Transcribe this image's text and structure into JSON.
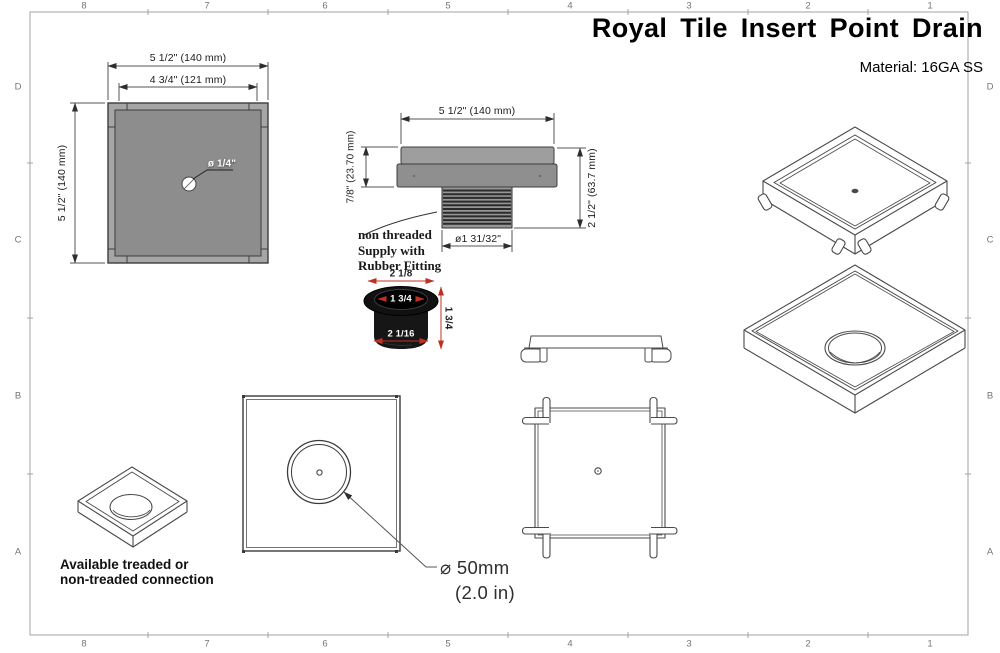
{
  "title": "Royal Tile Insert Point Drain",
  "material": "Material: 16GA SS",
  "frame": {
    "columns": [
      "8",
      "7",
      "6",
      "5",
      "4",
      "3",
      "2",
      "1"
    ],
    "rows": [
      "D",
      "C",
      "B",
      "A"
    ]
  },
  "colors": {
    "accent_red": "#c03022",
    "plate_gray": "#8d8d8d",
    "rim_gray": "#a6a6a6",
    "line_gray": "#4a4a4a"
  },
  "top_view": {
    "dim_width_outer": "5 1/2\" (140 mm)",
    "dim_width_inner": "4 3/4\" (121 mm)",
    "dim_height": "5 1/2\" (140 mm)",
    "hole_label": "ø 1/4\""
  },
  "side_view": {
    "dim_width": "5 1/2\" (140 mm)",
    "dim_flange": "7/8\" (23.70 mm)",
    "dim_total": "2 1/2\" (63.7 mm)",
    "dim_outlet": "ø1 31/32\"",
    "note_line1": "non threaded",
    "note_line2": "Supply with",
    "note_line3": "Rubber Fitting"
  },
  "fitting": {
    "dim_top": "2 1/8",
    "dim_opening": "1 3/4",
    "dim_body": "2 1/16",
    "dim_side": "1 3/4"
  },
  "hole_view": {
    "label_diameter": "⌀ 50mm",
    "label_inches": "(2.0 in)"
  },
  "connection_note": {
    "line1": "Available treaded or",
    "line2": "non-treaded connection"
  }
}
